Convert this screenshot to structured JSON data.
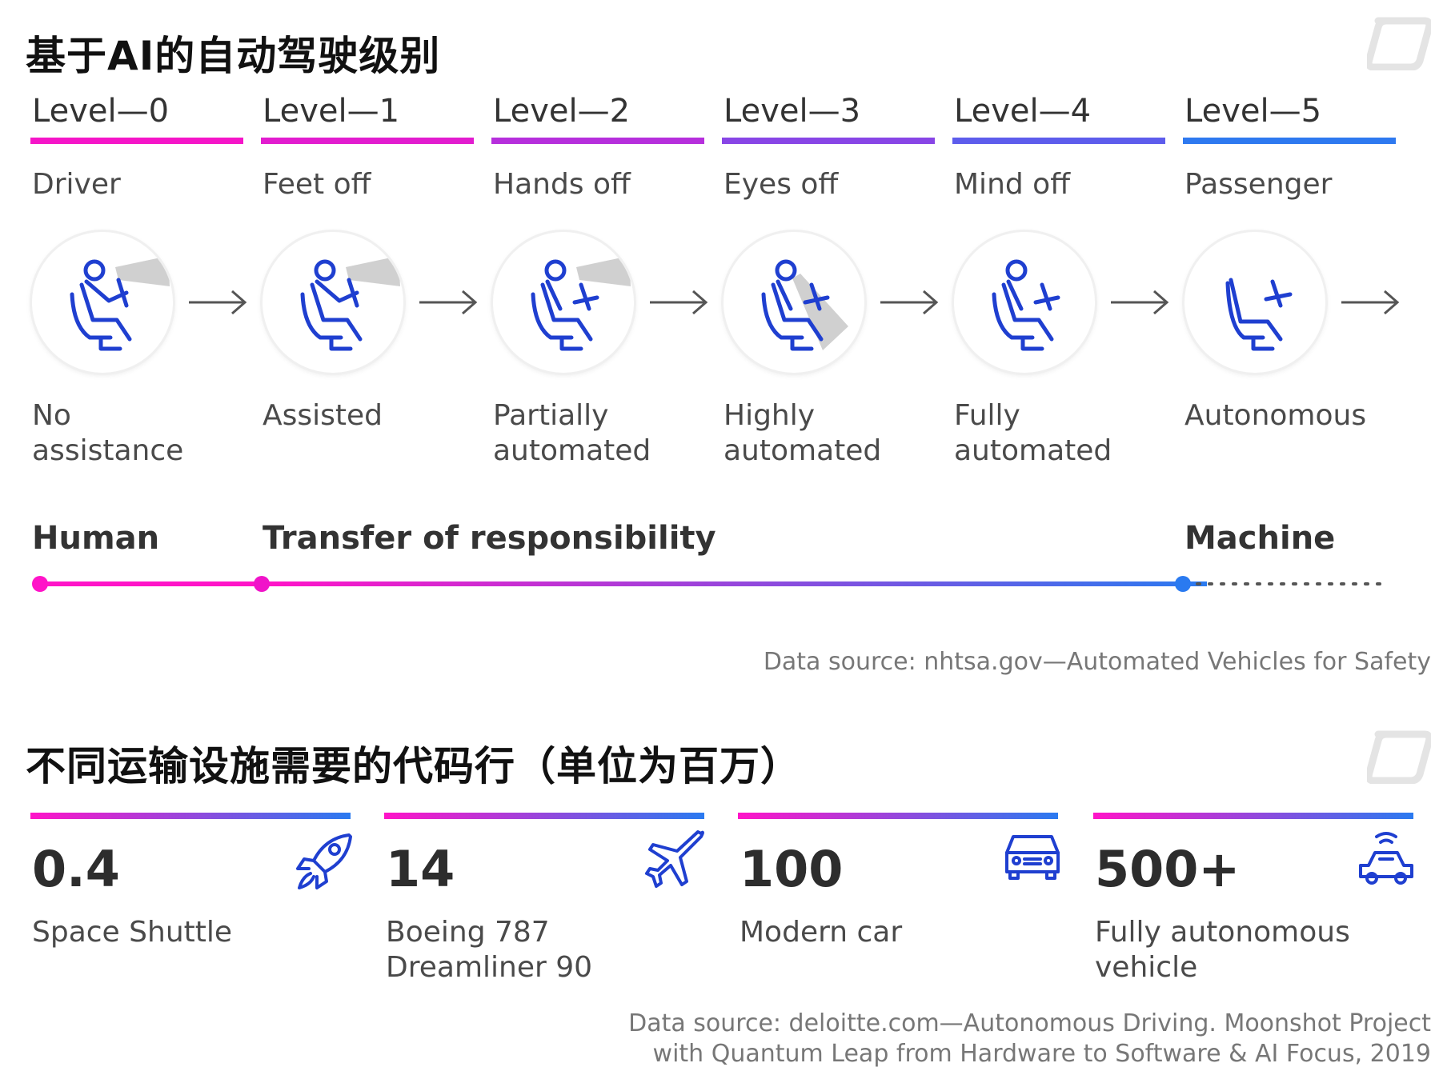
{
  "section1": {
    "title": "基于AI的自动驾驶级别",
    "levels": [
      {
        "label": "Level—0",
        "role": "Driver",
        "desc": "No assistance",
        "bar_color": "#f515c8"
      },
      {
        "label": "Level—1",
        "role": "Feet off",
        "desc": "Assisted",
        "bar_color": "#e21ccf"
      },
      {
        "label": "Level—2",
        "role": "Hands off",
        "desc": "Partially automated",
        "bar_color": "#b62fdc"
      },
      {
        "label": "Level—3",
        "role": "Eyes off",
        "desc": "Highly automated",
        "bar_color": "#8845e6"
      },
      {
        "label": "Level—4",
        "role": "Mind off",
        "desc": "Fully automated",
        "bar_color": "#5d5cec"
      },
      {
        "label": "Level—5",
        "role": "Passenger",
        "desc": "Autonomous",
        "bar_color": "#2e79f0"
      }
    ],
    "responsibility": {
      "human": "Human",
      "transfer": "Transfer of responsibility",
      "machine": "Machine"
    },
    "source": "Data source: nhtsa.gov—Automated Vehicles for Safety"
  },
  "section2": {
    "title": "不同运输设施需要的代码行（单位为百万）",
    "items": [
      {
        "value": "0.4",
        "label": "Space Shuttle",
        "icon": "rocket-icon"
      },
      {
        "value": "14",
        "label": "Boeing 787 Dreamliner 90",
        "icon": "airplane-icon"
      },
      {
        "value": "100",
        "label": "Modern car",
        "icon": "car-icon"
      },
      {
        "value": "500+",
        "label": "Fully autonomous vehicle",
        "icon": "autonomous-car-icon"
      }
    ],
    "source_line1": "Data source: deloitte.com—Autonomous Driving. Moonshot Project",
    "source_line2": "with Quantum Leap from Hardware to Software & AI Focus, 2019"
  },
  "colors": {
    "magenta": "#ff14c8",
    "blue": "#2a7af0",
    "icon_blue": "#1f3fd0"
  }
}
